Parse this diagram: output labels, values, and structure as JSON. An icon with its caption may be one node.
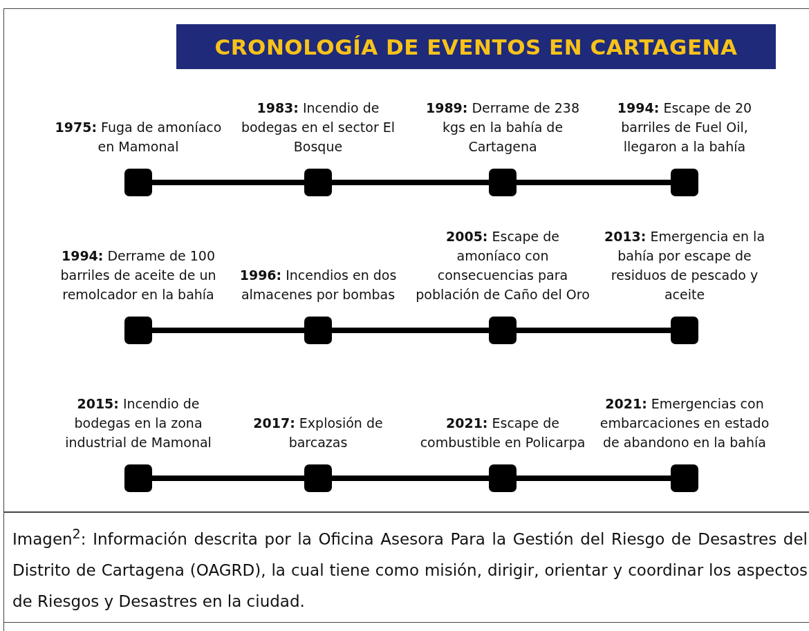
{
  "diagram": {
    "title": "CRONOLOGÍA DE EVENTOS EN CARTAGENA",
    "caption": "Imagen$^{2}$: Información descrita por la Oficina Asesora Para la Gestión del Riesgo de Desastres del Distrito de Cartagena (OAGRD), la cual tiene como misión, dirigir, orientar y coordinar los aspectos de Riesgos y Desastres en la ciudad.",
    "nodes": [
      {
        "text": [],
        "shape": "box",
        "beside": [
          "**1975:** Fuga de amoníaco en Mamonal"
        ]
      },
      {
        "text": [],
        "shape": "box",
        "beside": [
          "**1983:** Incendio de bodegas en el sector El Bosque"
        ]
      },
      {
        "text": [],
        "shape": "box",
        "beside": [
          "**1989:** Derrame de 238 kgs en la bahía de Cartagena"
        ]
      },
      {
        "text": [],
        "shape": "box",
        "beside": [
          "**1994:** Escape de 20 barriles de Fuel Oil, llegaron a la bahía"
        ]
      },
      {
        "text": [],
        "shape": "box",
        "beside": [
          "**1994:** Derrame de 100 barriles de aceite de un remolcador en la bahía"
        ]
      },
      {
        "text": [],
        "shape": "box",
        "beside": [
          "**1996:** Incendios en dos almacenes por bombas"
        ]
      },
      {
        "text": [],
        "shape": "box",
        "beside": [
          "**2005:** Escape de amoníaco con consecuencias para población de Caño del Oro"
        ]
      },
      {
        "text": [],
        "shape": "box",
        "beside": [
          "**2013:** Emergencia en la bahía por escape de residuos de pescado y aceite"
        ]
      },
      {
        "text": [],
        "shape": "box",
        "beside": [
          "**2015:** Incendio de bodegas en la zona industrial de Mamonal"
        ]
      },
      {
        "text": [],
        "shape": "box",
        "beside": [
          "**2017:** Explosión de barcazas"
        ]
      },
      {
        "text": [],
        "shape": "box",
        "beside": [
          "**2021:** Escape de combustible en Policarpa"
        ]
      },
      {
        "text": [],
        "shape": "box",
        "beside": [
          "**2021:** Emergencias con embarcaciones en estado de abandono en la bahía"
        ]
      }
    ],
    "edges": [
      {
        "from": 0,
        "to": 1,
        "arrow": "none"
      },
      {
        "from": 1,
        "to": 2,
        "arrow": "none"
      },
      {
        "from": 2,
        "to": 3,
        "arrow": "none"
      },
      {
        "from": 4,
        "to": 5,
        "arrow": "none"
      },
      {
        "from": 5,
        "to": 6,
        "arrow": "none"
      },
      {
        "from": 6,
        "to": 7,
        "arrow": "none"
      },
      {
        "from": 8,
        "to": 9,
        "arrow": "none"
      },
      {
        "from": 9,
        "to": 10,
        "arrow": "none"
      },
      {
        "from": 10,
        "to": 11,
        "arrow": "none"
      }
    ]
  }
}
